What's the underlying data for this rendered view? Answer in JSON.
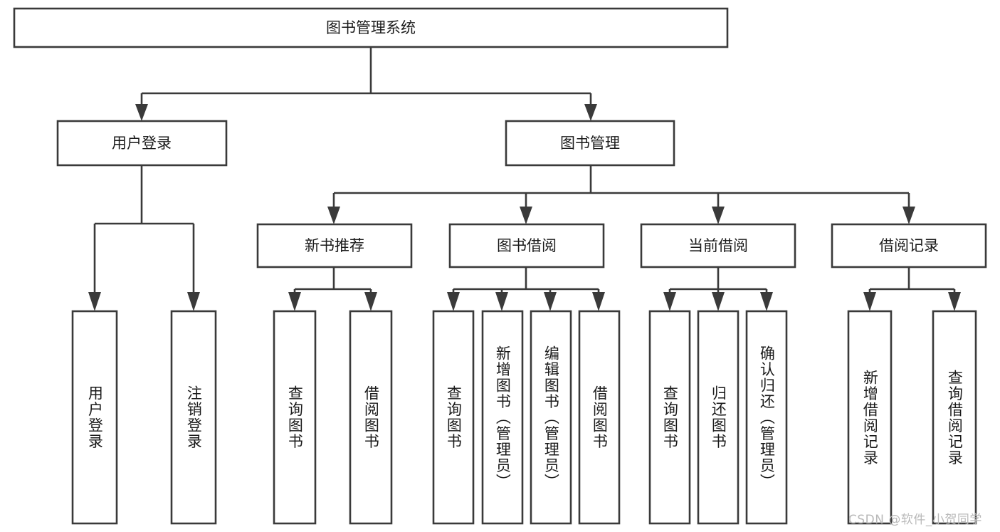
{
  "diagram": {
    "type": "tree-hierarchy",
    "title": "图书管理系统",
    "watermark": "CSDN @软件_小贺同学",
    "colors": {
      "box_stroke": "#3a3a3a",
      "box_fill": "#ffffff",
      "text": "#1a1a1a",
      "background": "#ffffff",
      "watermark": "#b9b9b9"
    },
    "root": {
      "id": "root",
      "label": "图书管理系统"
    },
    "level2": [
      {
        "id": "user-login",
        "label": "用户登录"
      },
      {
        "id": "book-management",
        "label": "图书管理"
      }
    ],
    "level3": [
      {
        "id": "new-book-recommend",
        "label": "新书推荐",
        "parent": "book-management"
      },
      {
        "id": "book-borrow",
        "label": "图书借阅",
        "parent": "book-management"
      },
      {
        "id": "current-borrow",
        "label": "当前借阅",
        "parent": "book-management"
      },
      {
        "id": "borrow-record",
        "label": "借阅记录",
        "parent": "book-management"
      }
    ],
    "leaves": [
      {
        "id": "leaf-user-login",
        "label": "用户登录",
        "parent": "user-login"
      },
      {
        "id": "leaf-logout",
        "label": "注销登录",
        "parent": "user-login"
      },
      {
        "id": "leaf-query-book-1",
        "label": "查询图书",
        "parent": "new-book-recommend"
      },
      {
        "id": "leaf-borrow-book-1",
        "label": "借阅图书",
        "parent": "new-book-recommend"
      },
      {
        "id": "leaf-query-book-2",
        "label": "查询图书",
        "parent": "book-borrow"
      },
      {
        "id": "leaf-add-book",
        "label": "新增图书（管理员）",
        "parent": "book-borrow"
      },
      {
        "id": "leaf-edit-book",
        "label": "编辑图书（管理员）",
        "parent": "book-borrow"
      },
      {
        "id": "leaf-borrow-book-2",
        "label": "借阅图书",
        "parent": "book-borrow"
      },
      {
        "id": "leaf-query-book-3",
        "label": "查询图书",
        "parent": "current-borrow"
      },
      {
        "id": "leaf-return-book",
        "label": "归还图书",
        "parent": "current-borrow"
      },
      {
        "id": "leaf-confirm-return",
        "label": "确认归还（管理员）",
        "parent": "current-borrow"
      },
      {
        "id": "leaf-add-record",
        "label": "新增借阅记录",
        "parent": "borrow-record"
      },
      {
        "id": "leaf-query-record",
        "label": "查询借阅记录",
        "parent": "borrow-record"
      }
    ]
  }
}
